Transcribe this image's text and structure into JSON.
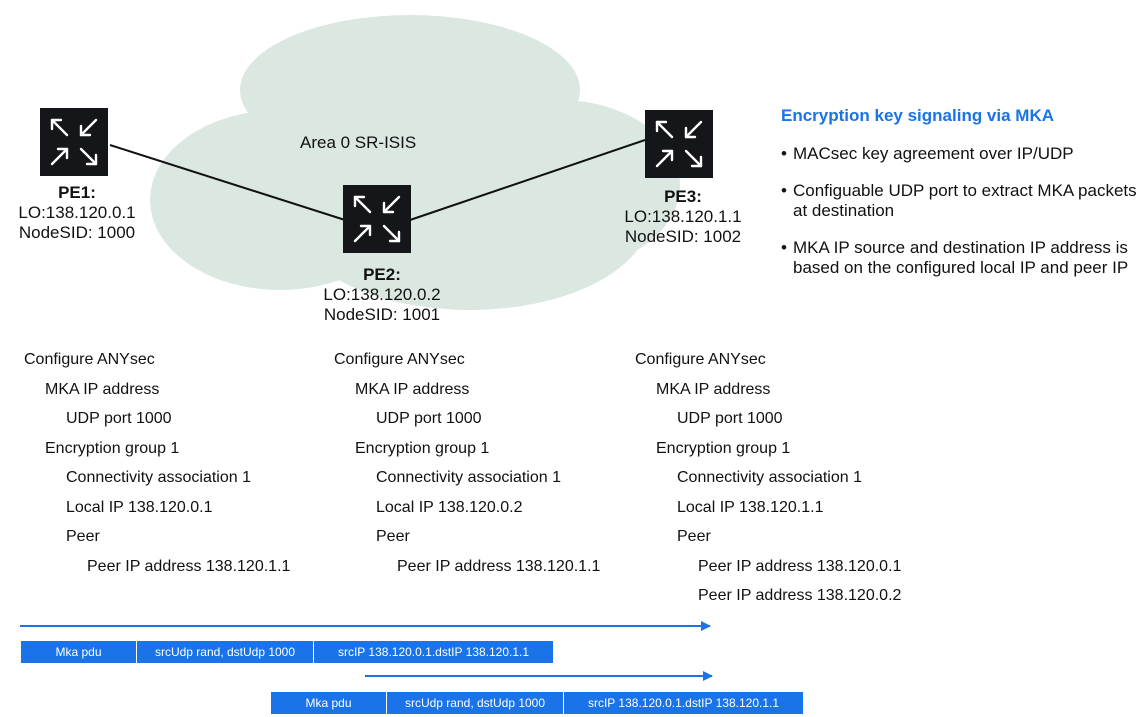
{
  "cloud": {
    "label": "Area 0 SR-ISIS"
  },
  "routers": [
    {
      "id": "pe1",
      "name": "PE1:",
      "lo": "LO:138.120.0.1",
      "nodesid": "NodeSID: 1000"
    },
    {
      "id": "pe2",
      "name": "PE2:",
      "lo": "LO:138.120.0.2",
      "nodesid": "NodeSID: 1001"
    },
    {
      "id": "pe3",
      "name": "PE3:",
      "lo": "LO:138.120.1.1",
      "nodesid": "NodeSID: 1002"
    }
  ],
  "info": {
    "title": "Encryption key signaling via MKA",
    "bullets": [
      "MACsec key agreement over IP/UDP",
      "Configuable UDP port to extract MKA packets at destination",
      "MKA IP source and destination IP address is based on the configured local IP and peer IP"
    ]
  },
  "configs": [
    {
      "lines": [
        {
          "text": "Configure ANYsec",
          "indent": 0
        },
        {
          "text": "MKA IP address",
          "indent": 1
        },
        {
          "text": "UDP port 1000",
          "indent": 2
        },
        {
          "text": "Encryption group 1",
          "indent": 1
        },
        {
          "text": "Connectivity association 1",
          "indent": 2
        },
        {
          "text": "Local IP  138.120.0.1",
          "indent": 2
        },
        {
          "text": "Peer",
          "indent": 2
        },
        {
          "text": "Peer IP address 138.120.1.1",
          "indent": 3
        }
      ]
    },
    {
      "lines": [
        {
          "text": "Configure ANYsec",
          "indent": 0
        },
        {
          "text": "MKA IP address",
          "indent": 1
        },
        {
          "text": "UDP port 1000",
          "indent": 2
        },
        {
          "text": "Encryption group 1",
          "indent": 1
        },
        {
          "text": "Connectivity association 1",
          "indent": 2
        },
        {
          "text": "Local IP 138.120.0.2",
          "indent": 2
        },
        {
          "text": "Peer",
          "indent": 2
        },
        {
          "text": "Peer IP address 138.120.1.1",
          "indent": 3
        }
      ]
    },
    {
      "lines": [
        {
          "text": "Configure ANYsec",
          "indent": 0
        },
        {
          "text": "MKA IP address",
          "indent": 1
        },
        {
          "text": "UDP port 1000",
          "indent": 2
        },
        {
          "text": "Encryption group 1",
          "indent": 1
        },
        {
          "text": "Connectivity association 1",
          "indent": 2
        },
        {
          "text": "Local IP 138.120.1.1",
          "indent": 2
        },
        {
          "text": "Peer",
          "indent": 2
        },
        {
          "text": "Peer IP address 138.120.0.1",
          "indent": 3
        },
        {
          "text": "Peer IP address 138.120.0.2",
          "indent": 3
        }
      ]
    }
  ],
  "packets": [
    {
      "fields": [
        "Mka pdu",
        "srcUdp rand, dstUdp 1000",
        "srcIP 138.120.0.1.dstIP 138.120.1.1"
      ]
    },
    {
      "fields": [
        "Mka pdu",
        "srcUdp rand, dstUdp 1000",
        "srcIP 138.120.0.1.dstIP 138.120.1.1"
      ]
    }
  ],
  "colors": {
    "accent": "#1a73e8",
    "cloud": "#dbe7e1",
    "router": "#15161a"
  },
  "icons": {
    "router": "router-icon"
  }
}
